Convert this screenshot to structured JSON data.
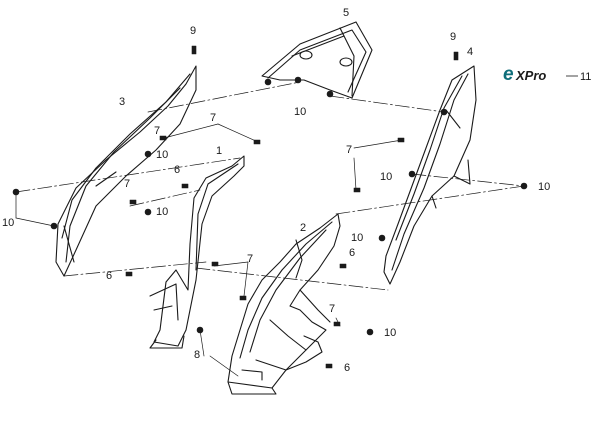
{
  "diagram": {
    "callouts": {
      "c1": "1",
      "c2": "2",
      "c3": "3",
      "c4": "4",
      "c5": "5",
      "c6a": "6",
      "c6b": "6",
      "c6c": "6",
      "c6d": "6",
      "c7a": "7",
      "c7b": "7",
      "c7c": "7",
      "c7d": "7",
      "c7e": "7",
      "c7f": "7",
      "c8": "8",
      "c9a": "9",
      "c9b": "9",
      "c10a": "10",
      "c10b": "10",
      "c10c": "10",
      "c10d": "10",
      "c10e": "10",
      "c10f": "10",
      "c10g": "10",
      "c10h": "10",
      "c11": "11"
    },
    "logo": {
      "mark": "e",
      "name": "XPro"
    },
    "colors": {
      "line": "#1a1a1a",
      "logo_accent": "#0f6e7a",
      "background": "#ffffff"
    }
  }
}
